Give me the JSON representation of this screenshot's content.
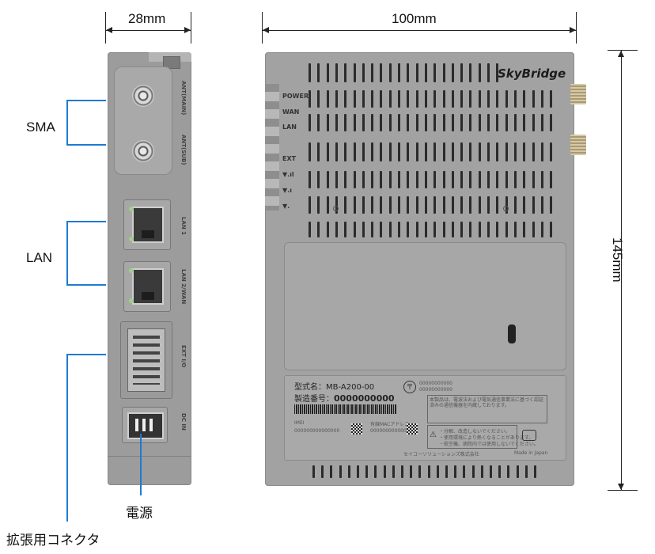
{
  "dimensions": {
    "side_width": "28mm",
    "front_width": "100mm",
    "height": "145mm"
  },
  "callouts": {
    "sma": "SMA",
    "lan": "LAN",
    "power": "電源",
    "ext_connector": "拡張用コネクタ"
  },
  "side_panel": {
    "ant_main": "ANT(MAIN)",
    "ant_sub": "ANT(SUB)",
    "lan1": "LAN 1",
    "lan2": "LAN 2/WAN",
    "ext_io": "EXT I/O",
    "dc_in": "DC IN"
  },
  "front_panel": {
    "brand": "SkyBridge",
    "leds": [
      "POWER",
      "WAN",
      "LAN",
      "EXT",
      "",
      "",
      ""
    ],
    "label": {
      "model_line": "型式名：MB-A200-00",
      "serial_prefix": "製造番号：",
      "serial": "0000000000",
      "imei_label": "IMEI",
      "imei": "000000000000000",
      "mac_label": "有線MACアドレス",
      "mac": "000000000000",
      "cert1": "00000000000",
      "cert2": "00000000000",
      "notice": "本製品は、電波法および電気通信事業法に基づく認証済みの通信機器を内蔵しております。",
      "warn1": "・分解、改造しないでください。",
      "warn2": "・使用環境により熱くなることがあります。",
      "warn3": "・航空機、病院内では使用しないでください。",
      "company": "セイコーソリューションズ株式会社",
      "origin": "Made in Japan"
    }
  }
}
